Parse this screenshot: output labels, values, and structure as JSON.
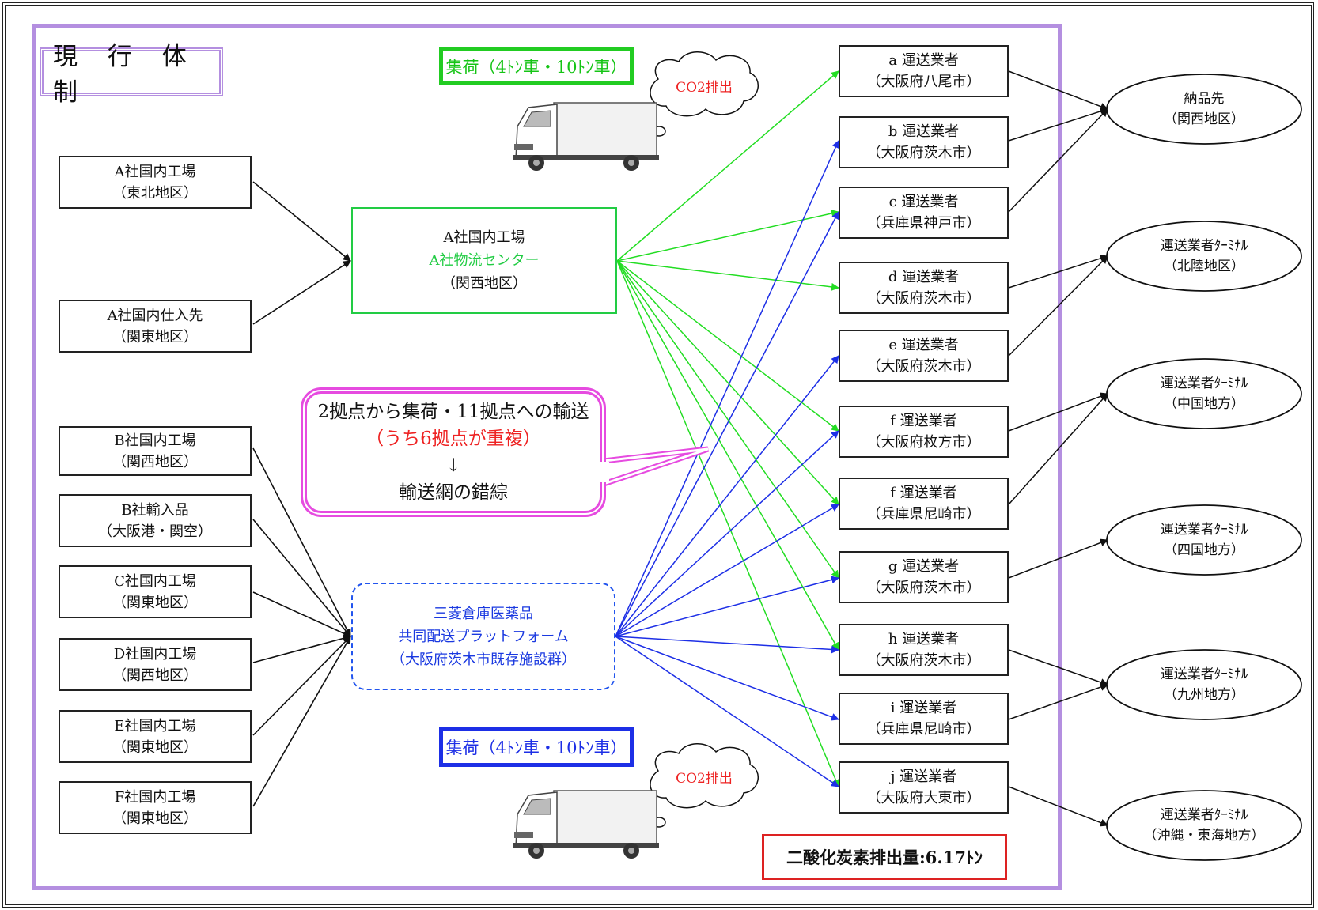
{
  "title": "現 行 体 制",
  "caption_green": "集荷（4ﾄﾝ車・10ﾄﾝ車）",
  "caption_blue": "集荷（4ﾄﾝ車・10ﾄﾝ車）",
  "co2_top": "CO2排出",
  "co2_bottom": "CO2排出",
  "emission_label": "二酸化炭素排出量:6.17ﾄﾝ",
  "sources_a": [
    {
      "name": "A社国内工場",
      "region": "（東北地区）"
    },
    {
      "name": "A社国内仕入先",
      "region": "（関東地区）"
    }
  ],
  "hub_a": {
    "line1": "A社国内工場",
    "line2": "A社物流センター",
    "line3": "（関西地区）"
  },
  "callout": {
    "line1": "2拠点から集荷・11拠点への輸送",
    "line2": "（うち6拠点が重複）",
    "arrow": "↓",
    "line3": "輸送網の錯綜"
  },
  "sources_b": [
    {
      "name": "B社国内工場",
      "region": "（関西地区）"
    },
    {
      "name": "B社輸入品",
      "region": "（大阪港・関空）"
    },
    {
      "name": "C社国内工場",
      "region": "（関東地区）"
    },
    {
      "name": "D社国内工場",
      "region": "（関西地区）"
    },
    {
      "name": "E社国内工場",
      "region": "（関東地区）"
    },
    {
      "name": "F社国内工場",
      "region": "（関東地区）"
    }
  ],
  "hub_b": {
    "line1": "三菱倉庫医薬品",
    "line2": "共同配送プラットフォーム",
    "line3": "（大阪府茨木市既存施設群）"
  },
  "carriers": [
    {
      "name": "a 運送業者",
      "loc": "（大阪府八尾市）"
    },
    {
      "name": "b 運送業者",
      "loc": "（大阪府茨木市）"
    },
    {
      "name": "c 運送業者",
      "loc": "（兵庫県神戸市）"
    },
    {
      "name": "d 運送業者",
      "loc": "（大阪府茨木市）"
    },
    {
      "name": "e 運送業者",
      "loc": "（大阪府茨木市）"
    },
    {
      "name": "f 運送業者",
      "loc": "（大阪府枚方市）"
    },
    {
      "name": "f 運送業者",
      "loc": "（兵庫県尼崎市）"
    },
    {
      "name": "g 運送業者",
      "loc": "（大阪府茨木市）"
    },
    {
      "name": "h 運送業者",
      "loc": "（大阪府茨木市）"
    },
    {
      "name": "i 運送業者",
      "loc": "（兵庫県尼崎市）"
    },
    {
      "name": "j 運送業者",
      "loc": "（大阪府大東市）"
    }
  ],
  "destinations": [
    {
      "name": "納品先",
      "region": "（関西地区）"
    },
    {
      "name": "運送業者ﾀｰﾐﾅﾙ",
      "region": "（北陸地区）"
    },
    {
      "name": "運送業者ﾀｰﾐﾅﾙ",
      "region": "（中国地方）"
    },
    {
      "name": "運送業者ﾀｰﾐﾅﾙ",
      "region": "（四国地方）"
    },
    {
      "name": "運送業者ﾀｰﾐﾅﾙ",
      "region": "（九州地方）"
    },
    {
      "name": "運送業者ﾀｰﾐﾅﾙ",
      "region": "（沖縄・東海地方）"
    }
  ]
}
